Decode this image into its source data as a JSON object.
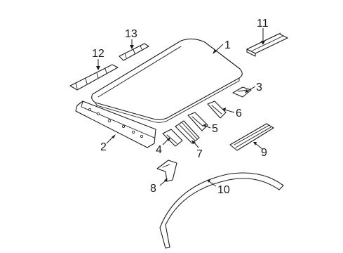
{
  "callouts": [
    "1",
    "2",
    "3",
    "4",
    "5",
    "6",
    "7",
    "8",
    "9",
    "10",
    "11",
    "12",
    "13"
  ],
  "colors": {
    "line": "#1a1a1a",
    "background": "#ffffff"
  }
}
